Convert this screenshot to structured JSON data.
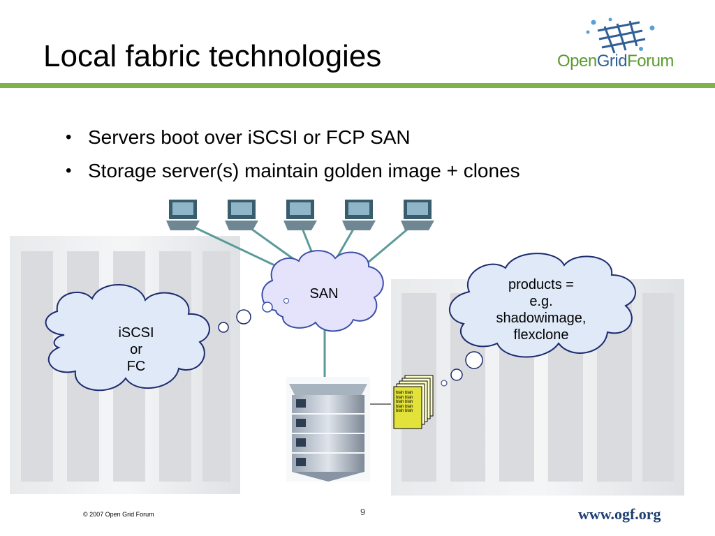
{
  "title": "Local fabric technologies",
  "logo": {
    "open": "Open",
    "grid": "Grid",
    "forum": "Forum"
  },
  "bullets": [
    "Servers boot over iSCSI or FCP SAN",
    "Storage server(s) maintain golden image + clones"
  ],
  "diagram": {
    "san_label": "SAN",
    "left_cloud": [
      "iSCSI",
      "or",
      "FC"
    ],
    "right_cloud": [
      "products =",
      "e.g.",
      "shadowimage,",
      "flexclone"
    ],
    "doc_lines": [
      "blah blah",
      "blah blah",
      "blah blah",
      "blah blah",
      "blah blah"
    ]
  },
  "footer": {
    "copyright": "© 2007 Open Grid Forum",
    "page": "9",
    "url": "www.ogf.org"
  },
  "colors": {
    "accent_green": "#7fb24b",
    "cloud_fill": "#dfe9f8",
    "san_fill": "#e4e3fb"
  }
}
